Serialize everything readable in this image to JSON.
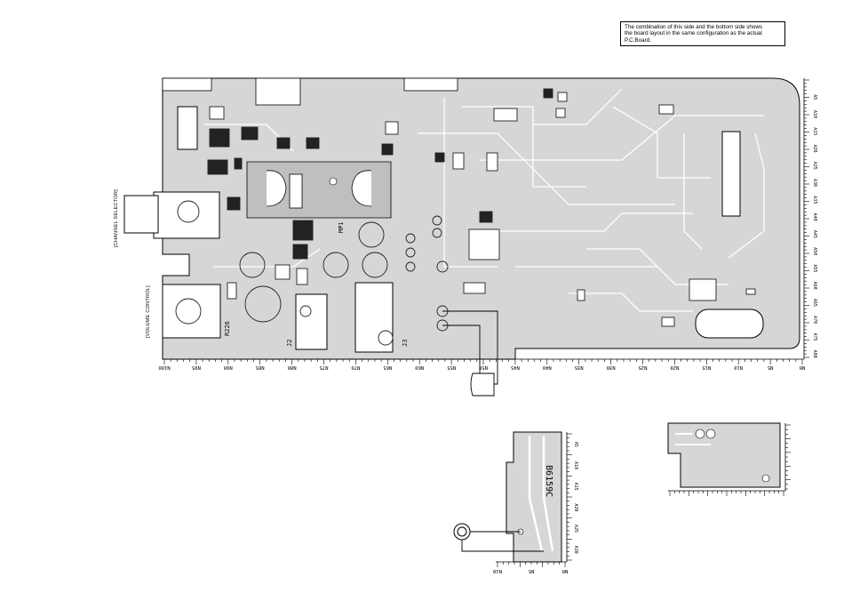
{
  "note": {
    "line1": "The combination of this side and the bottom side shows",
    "line2": "the board layout in the same configuration as the actual",
    "line3": "P.C.Board."
  },
  "side_labels": {
    "channel_selector": "[CHANNEL SELECTOR]",
    "volume_control": "[VOLUME CONTROL]"
  },
  "board_labels": {
    "mp1": "MP1",
    "r226": "R226",
    "j2": "J2",
    "j3": "J3",
    "b6159c": "B6159C"
  },
  "main_bottom_ruler": [
    "N100",
    "N95",
    "N90",
    "N85",
    "N80",
    "N75",
    "N70",
    "N65",
    "N60",
    "N55",
    "N50",
    "N45",
    "N40",
    "N35",
    "N30",
    "N25",
    "N20",
    "N15",
    "N10",
    "N5",
    "N0"
  ],
  "main_right_ruler": [
    "A5",
    "A10",
    "A15",
    "A20",
    "A25",
    "A30",
    "A35",
    "A40",
    "A45",
    "A50",
    "A55",
    "A60",
    "A65",
    "A70",
    "A75",
    "A80"
  ],
  "small_bottom_ruler": [
    "N10",
    "N5",
    "N0"
  ],
  "small_right_ruler": [
    "A5",
    "A10",
    "A15",
    "A20",
    "A25",
    "A30"
  ],
  "colors": {
    "board": "#d6d6d6",
    "trace": "#ffffff",
    "outline": "#000000",
    "component": "#222222"
  }
}
